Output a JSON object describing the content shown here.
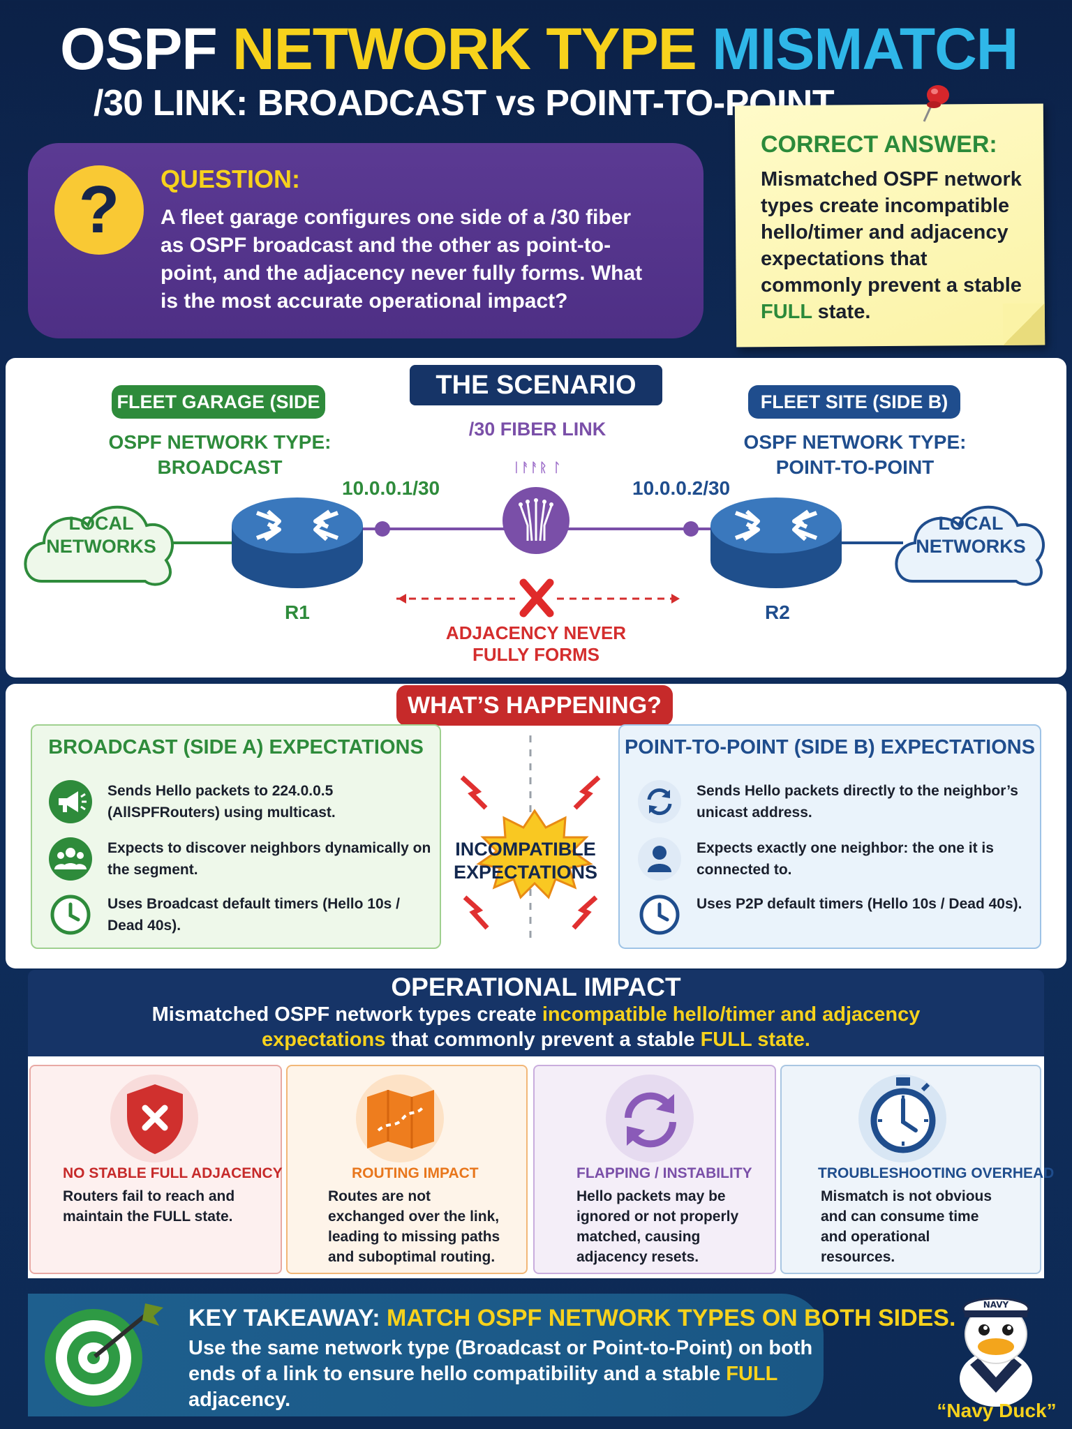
{
  "header": {
    "title_part1": "OSPF",
    "title_part2": "NETWORK TYPE",
    "title_part3": "MISMATCH",
    "subtitle": "/30 LINK: BROADCAST vs POINT-TO-POINT"
  },
  "question": {
    "icon": "question-mark-icon",
    "label": "QUESTION:",
    "text": "A fleet garage configures one side of a /30 fiber as OSPF broadcast and the other as point-to-point, and the adjacency never fully forms. What is the most accurate operational impact?"
  },
  "answer": {
    "label": "CORRECT ANSWER:",
    "text_main": "Mismatched OSPF network types create incompatible hello/timer and adjacency expectations that commonly prevent a stable",
    "text_highlight": "FULL",
    "text_end": "state."
  },
  "scenario": {
    "title": "THE SCENARIO",
    "side_a_label": "FLEET GARAGE (SIDE A)",
    "side_b_label": "FLEET SITE (SIDE B)",
    "side_a_type_label": "OSPF NETWORK TYPE:",
    "side_a_type": "BROADCAST",
    "side_b_type_label": "OSPF NETWORK TYPE:",
    "side_b_type": "POINT-TO-POINT",
    "fiber_label": "/30 FIBER LINK",
    "fiber_sub": "ᛁᚨᚨᚱ ᛚ",
    "ip_a": "10.0.0.1/30",
    "ip_b": "10.0.0.2/30",
    "router_a": "R1",
    "router_b": "R2",
    "cloud_a": "LOCAL NETWORKS",
    "cloud_b": "LOCAL NETWORKS",
    "adjacency_line1": "ADJACENCY NEVER",
    "adjacency_line2": "FULLY FORMS",
    "colors": {
      "side_a": "#2e8b3b",
      "side_b": "#1f4d8d",
      "fiber": "#7a4fa8",
      "error": "#d42d2d"
    }
  },
  "happening": {
    "title": "WHAT’S HAPPENING?",
    "broadcast": {
      "title": "BROADCAST (SIDE A) EXPECTATIONS",
      "items": [
        {
          "icon": "megaphone-icon",
          "text": "Sends Hello packets to 224.0.0.5 (AllSPFRouters) using multicast."
        },
        {
          "icon": "group-icon",
          "text": "Expects to discover neighbors dynamically on the segment."
        },
        {
          "icon": "clock-icon",
          "text": "Uses Broadcast default timers (Hello 10s / Dead 40s)."
        }
      ]
    },
    "center_line1": "INCOMPATIBLE",
    "center_line2": "EXPECTATIONS",
    "p2p": {
      "title": "POINT-TO-POINT (SIDE B) EXPECTATIONS",
      "items": [
        {
          "icon": "cycle-arrows-icon",
          "text": "Sends Hello packets directly to the neighbor’s unicast address."
        },
        {
          "icon": "person-icon",
          "text": "Expects exactly one neighbor: the one it is connected to."
        },
        {
          "icon": "clock-icon",
          "text": "Uses P2P default timers (Hello 10s / Dead 40s)."
        }
      ]
    }
  },
  "impact": {
    "title": "OPERATIONAL IMPACT",
    "summary_part1": "Mismatched OSPF network types create",
    "summary_part2": "incompatible hello/timer and adjacency expectations",
    "summary_part3": "that commonly prevent a stable",
    "summary_part4": "FULL state.",
    "cards": [
      {
        "icon": "shield-x-icon",
        "title": "NO STABLE FULL ADJACENCY",
        "body": "Routers fail to reach and maintain the FULL state.",
        "color": "#c62a2a"
      },
      {
        "icon": "map-route-icon",
        "title": "ROUTING IMPACT",
        "body": "Routes are not exchanged over the link, leading to missing paths and suboptimal routing.",
        "color": "#e8761c"
      },
      {
        "icon": "refresh-icon",
        "title": "FLAPPING / INSTABILITY",
        "body": "Hello packets may be ignored or not properly matched, causing adjacency resets.",
        "color": "#7a4fa8"
      },
      {
        "icon": "stopwatch-icon",
        "title": "TROUBLESHOOTING OVERHEAD",
        "body": "Mismatch is not obvious and can consume time and operational resources.",
        "color": "#1f4d8d"
      }
    ]
  },
  "takeaway": {
    "icon": "target-icon",
    "label": "KEY TAKEAWAY:",
    "headline": "MATCH OSPF NETWORK TYPES ON BOTH SIDES.",
    "body_main": "Use the same network type (Broadcast or Point-to-Point) on both ends of a link to ensure hello compatibility and a stable",
    "body_highlight": "FULL",
    "body_end": "adjacency."
  },
  "mascot": {
    "hat_text": "NAVY",
    "caption": "“Navy Duck”"
  }
}
